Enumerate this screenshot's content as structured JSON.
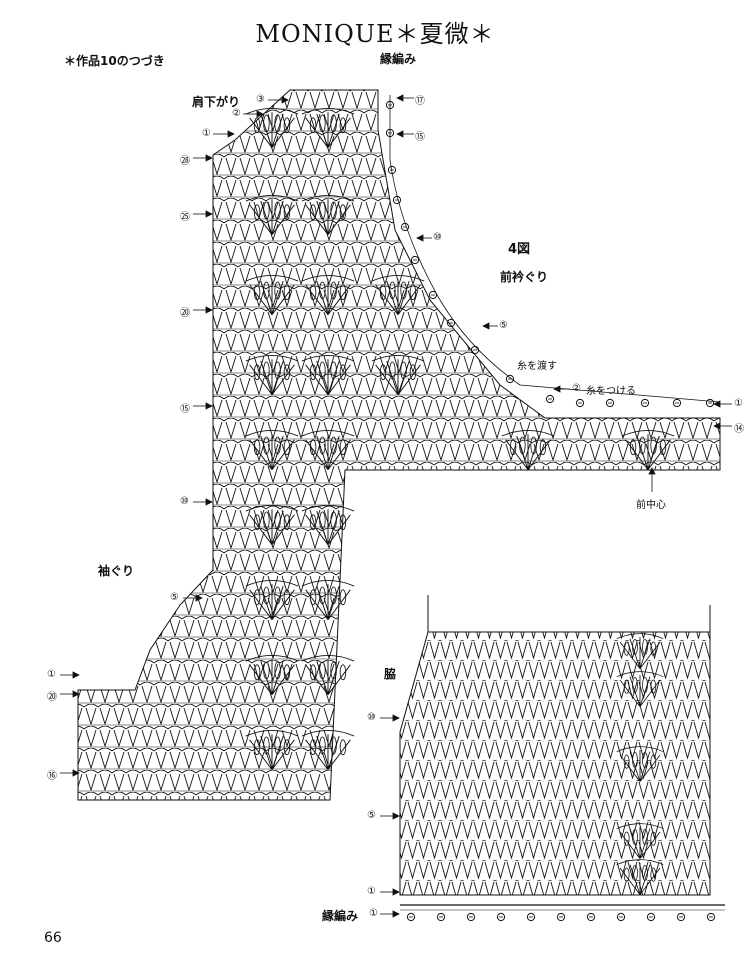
{
  "header": {
    "title": "MONIQUE＊夏微＊",
    "continuation_note": "＊作品10のつづき"
  },
  "labels": {
    "shoulder_decrease": "肩下がり",
    "edging_top": "縁編み",
    "figure": "4図",
    "front_neck": "前衿ぐり",
    "pass_yarn": "糸を渡す",
    "attach_yarn": "糸をつける",
    "front_center": "前中心",
    "armhole": "袖ぐり",
    "side": "脇",
    "edging_bottom": "縁編み"
  },
  "row_markers": {
    "shoulder": [
      "③",
      "②",
      "①"
    ],
    "body_left": [
      "㉘",
      "㉕",
      "⑳",
      "⑮",
      "⑩",
      "⑤"
    ],
    "sleeve": [
      "①",
      "⑳",
      "⑯"
    ],
    "edging_right": [
      "⑰",
      "⑮",
      "⑩",
      "⑤",
      "②",
      "①",
      "⑭"
    ],
    "side_panel": [
      "⑩",
      "⑤",
      "①"
    ],
    "bottom_edging": "①"
  },
  "footer": {
    "page_number": "66"
  },
  "colors": {
    "ink": "#111111",
    "background": "#ffffff"
  }
}
